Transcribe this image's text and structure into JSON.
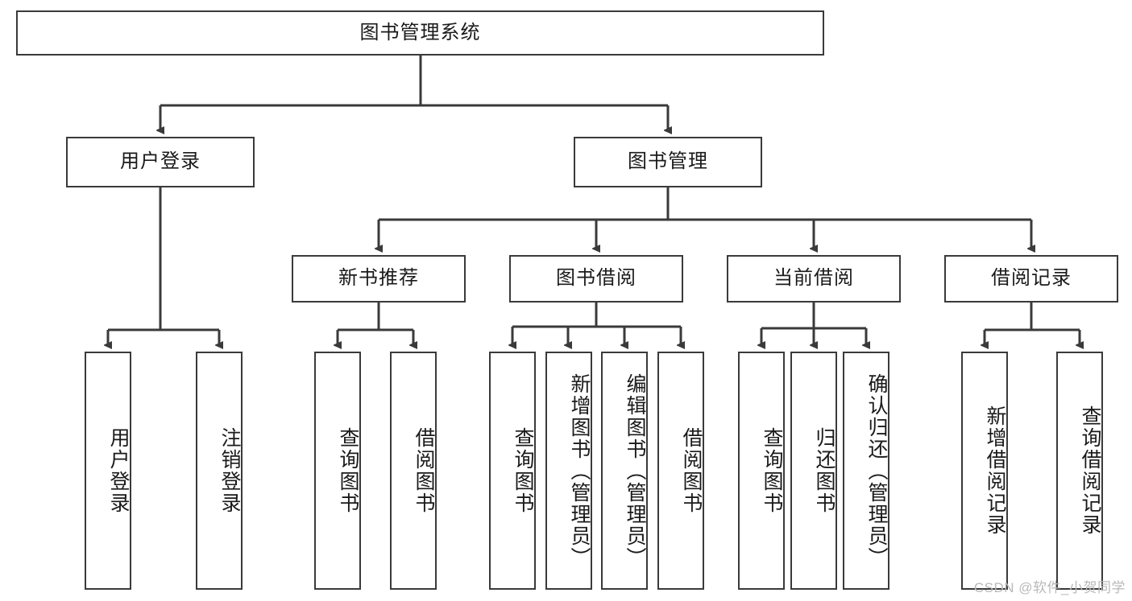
{
  "diagram": {
    "title": "图书管理系统",
    "type": "tree-hierarchy-chart",
    "line_color": "#3a3a3a",
    "box_fill": "#ffffff",
    "text_color": "#1a1a1a",
    "watermark": "CSDN @软件_小贺同学",
    "nodes": {
      "root": {
        "label": "图书管理系统"
      },
      "l2": [
        {
          "label": "用户登录"
        },
        {
          "label": "图书管理"
        }
      ],
      "l3": [
        {
          "label": "新书推荐"
        },
        {
          "label": "图书借阅"
        },
        {
          "label": "当前借阅"
        },
        {
          "label": "借阅记录"
        }
      ],
      "leaves_user_login": [
        {
          "label": "用户登录"
        },
        {
          "label": "注销登录"
        }
      ],
      "leaves_new_book": [
        {
          "label": "查询图书"
        },
        {
          "label": "借阅图书"
        }
      ],
      "leaves_borrow": [
        {
          "label": "查询图书"
        },
        {
          "label": "新增图书（管理员）"
        },
        {
          "label": "编辑图书（管理员）"
        },
        {
          "label": "借阅图书"
        }
      ],
      "leaves_current": [
        {
          "label": "查询图书"
        },
        {
          "label": "归还图书"
        },
        {
          "label": "确认归还（管理员）"
        }
      ],
      "leaves_record": [
        {
          "label": "新增借阅记录"
        },
        {
          "label": "查询借阅记录"
        }
      ]
    }
  }
}
